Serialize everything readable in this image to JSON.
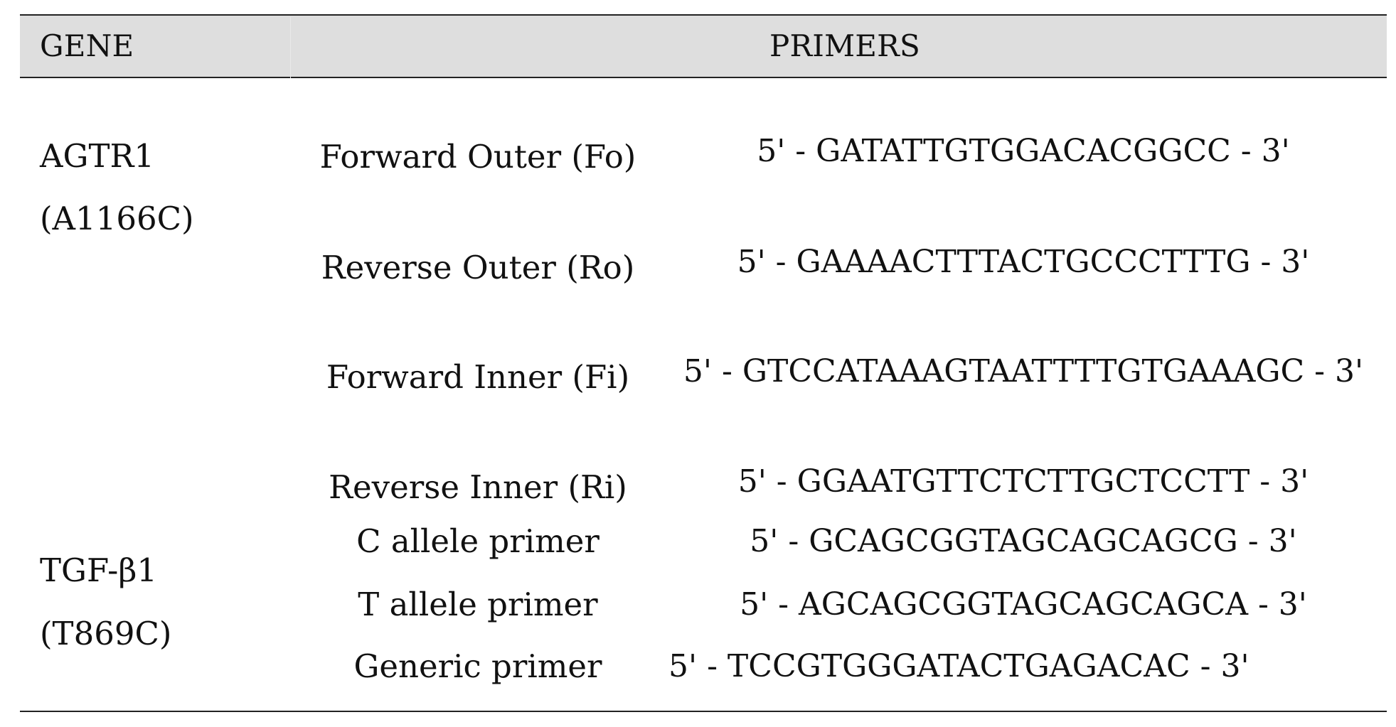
{
  "table": {
    "headers": {
      "gene": "GENE",
      "primers": "PRIMERS"
    },
    "genes": [
      {
        "name": "AGTR1",
        "variant": "(A1166C)"
      },
      {
        "name": "TGF-β1",
        "variant": "(T869C)"
      }
    ],
    "rows": [
      {
        "primer": "Forward Outer (Fo)",
        "sequence": "5' - GATATTGTGGACACGGCC - 3'"
      },
      {
        "primer": "Reverse Outer (Ro)",
        "sequence": "5' - GAAAACTTTACTGCCCTTTG - 3'"
      },
      {
        "primer": "Forward Inner (Fi)",
        "sequence": "5' - GTCCATAAAGTAATTTTGTGAAAGC - 3'"
      },
      {
        "primer": "Reverse Inner (Ri)",
        "sequence": "5' - GGAATGTTCTCTTGCTCCTT - 3'"
      },
      {
        "primer": "C allele primer",
        "sequence": "5' - GCAGCGGTAGCAGCAGCG - 3'"
      },
      {
        "primer": "T allele primer",
        "sequence": "5' - AGCAGCGGTAGCAGCAGCA - 3'"
      },
      {
        "primer": "Generic primer",
        "sequence": "5' - TCCGTGGGATACTGAGACAC - 3'"
      }
    ]
  }
}
